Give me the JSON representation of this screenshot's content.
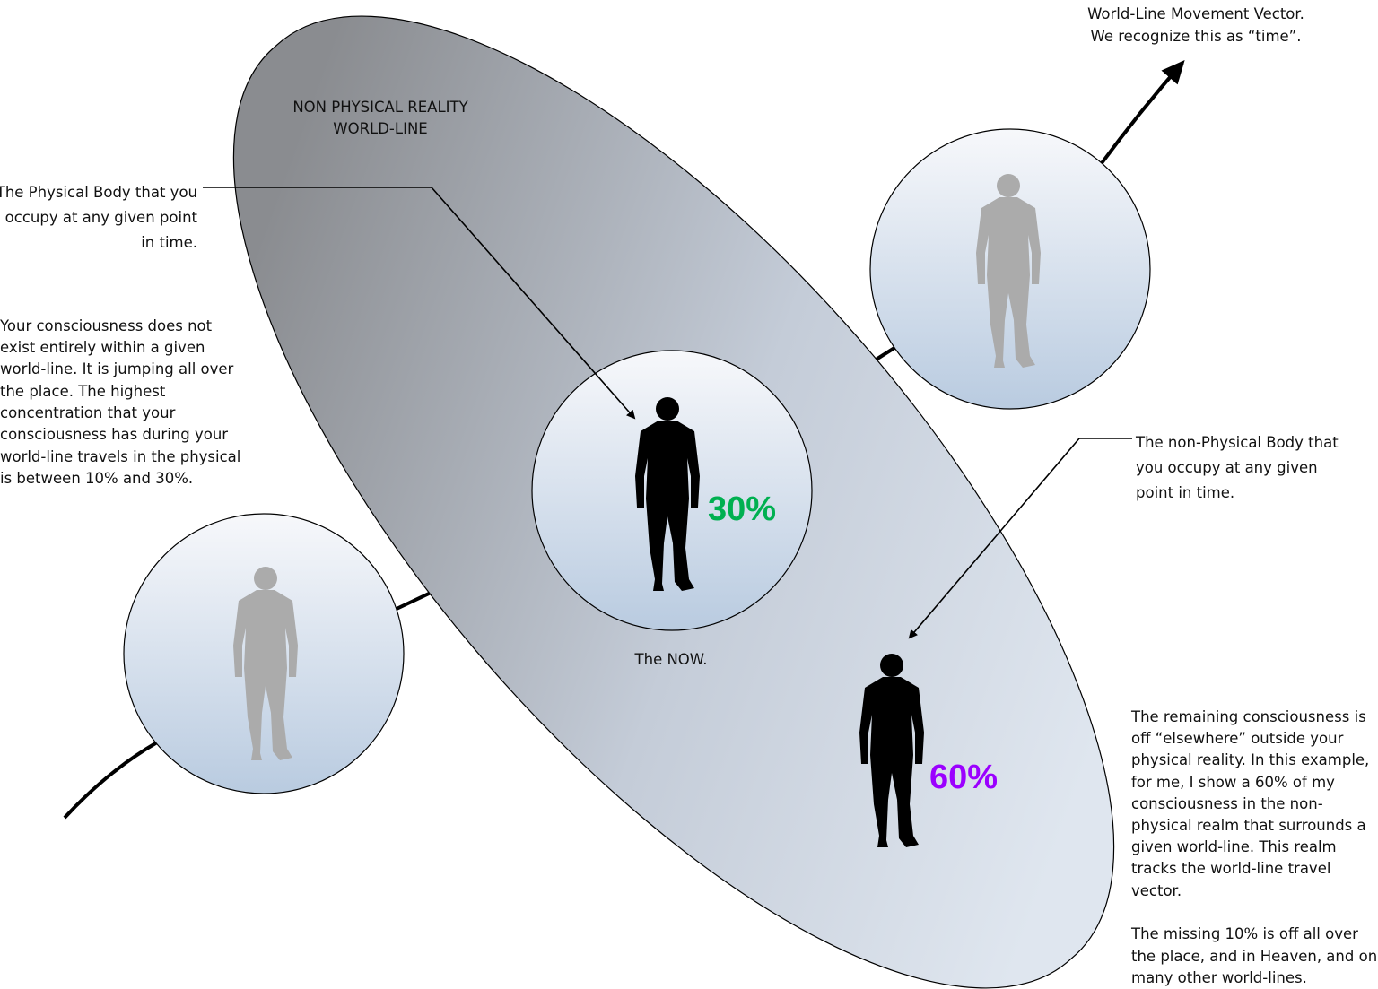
{
  "header": {
    "vector_line1": "World-Line Movement Vector.",
    "vector_line2": "We recognize this as “time”."
  },
  "ellipse_label": [
    "NON PHYSICAL REALITY",
    "WORLD-LINE"
  ],
  "physical_body_label": [
    "The Physical Body that you",
    "occupy at any given point",
    "in time."
  ],
  "consciousness_text": [
    "Your consciousness does not",
    "exist entirely within a given",
    "world-line. It is jumping all over",
    "the place. The highest",
    "concentration that your",
    "consciousness has during your",
    "world-line travels in the physical",
    "is between 10% and 30%."
  ],
  "nonphysical_body_label": [
    "The non-Physical Body that",
    "you occupy at any given",
    "point in time."
  ],
  "remaining_text": [
    "The remaining consciousness is",
    "off “elsewhere” outside your",
    "physical reality. In this example,",
    "for me, I show a 60% of my",
    "consciousness in the non-",
    "physical realm that surrounds a",
    "given world-line. This realm",
    "tracks the world-line travel",
    "vector."
  ],
  "missing_text": [
    "The missing 10% is off all over",
    "the place, and in Heaven, and on",
    "many other world-lines."
  ],
  "now_label": "The NOW.",
  "physical_percent": "30%",
  "nonphysical_percent": "60%",
  "colors": {
    "physical": "#00b050",
    "nonphysical": "#9b00ff"
  }
}
